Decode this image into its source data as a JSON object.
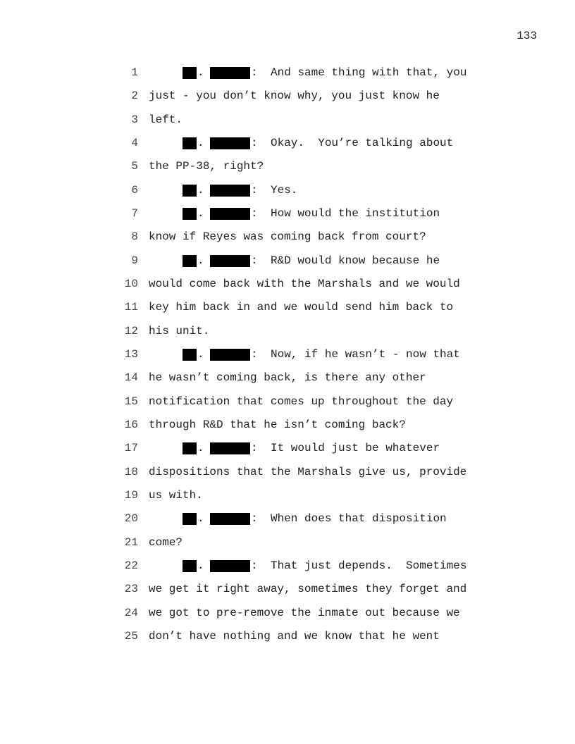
{
  "page_number": "133",
  "lines": [
    {
      "n": "1",
      "speaker": true,
      "text": "And same thing with that, you"
    },
    {
      "n": "2",
      "speaker": false,
      "text": "just - you don’t know why, you just know he"
    },
    {
      "n": "3",
      "speaker": false,
      "text": "left."
    },
    {
      "n": "4",
      "speaker": true,
      "text": "Okay.  You’re talking about"
    },
    {
      "n": "5",
      "speaker": false,
      "text": "the PP-38, right?"
    },
    {
      "n": "6",
      "speaker": true,
      "text": "Yes."
    },
    {
      "n": "7",
      "speaker": true,
      "text": "How would the institution"
    },
    {
      "n": "8",
      "speaker": false,
      "text": "know if Reyes was coming back from court?"
    },
    {
      "n": "9",
      "speaker": true,
      "text": "R&D would know because he"
    },
    {
      "n": "10",
      "speaker": false,
      "text": "would come back with the Marshals and we would"
    },
    {
      "n": "11",
      "speaker": false,
      "text": "key him back in and we would send him back to"
    },
    {
      "n": "12",
      "speaker": false,
      "text": "his unit."
    },
    {
      "n": "13",
      "speaker": true,
      "text": "Now, if he wasn’t - now that"
    },
    {
      "n": "14",
      "speaker": false,
      "text": "he wasn’t coming back, is there any other"
    },
    {
      "n": "15",
      "speaker": false,
      "text": "notification that comes up throughout the day"
    },
    {
      "n": "16",
      "speaker": false,
      "text": "through R&D that he isn’t coming back?"
    },
    {
      "n": "17",
      "speaker": true,
      "text": "It would just be whatever"
    },
    {
      "n": "18",
      "speaker": false,
      "text": "dispositions that the Marshals give us, provide"
    },
    {
      "n": "19",
      "speaker": false,
      "text": "us with."
    },
    {
      "n": "20",
      "speaker": true,
      "text": "When does that disposition"
    },
    {
      "n": "21",
      "speaker": false,
      "text": "come?"
    },
    {
      "n": "22",
      "speaker": true,
      "text": "That just depends.  Sometimes"
    },
    {
      "n": "23",
      "speaker": false,
      "text": "we get it right away, sometimes they forget and"
    },
    {
      "n": "24",
      "speaker": false,
      "text": "we got to pre-remove the inmate out because we"
    },
    {
      "n": "25",
      "speaker": false,
      "text": "don’t have nothing and we know that he went"
    }
  ],
  "punct": {
    "dot": ".",
    "colon": ":"
  }
}
